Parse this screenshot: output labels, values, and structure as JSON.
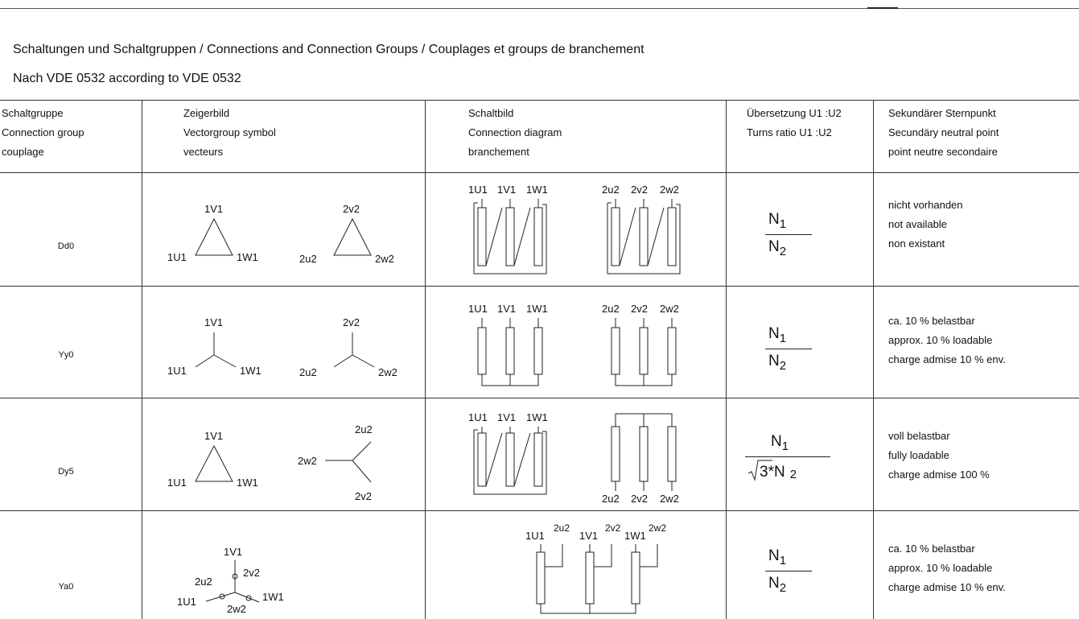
{
  "header": {
    "title": "Schaltungen und Schaltgruppen / Connections and Connection Groups / Couplages et groups de branchement",
    "subtitle": "Nach VDE 0532   according to VDE 0532"
  },
  "columns": [
    {
      "lines": [
        "Schaltgruppe",
        "Connection group",
        "couplage"
      ]
    },
    {
      "lines": [
        "Zeigerbild",
        "Vectorgroup symbol",
        "vecteurs"
      ]
    },
    {
      "lines": [
        "Schaltbild",
        "Connection diagram",
        "branchement"
      ]
    },
    {
      "lines": [
        "Übersetzung U1 :U2",
        "Turns ratio U1 :U2"
      ]
    },
    {
      "lines": [
        "Sekundärer Sternpunkt",
        "Secundäry neutral point",
        "point neutre secondaire"
      ]
    }
  ],
  "terminals": {
    "u1": "1U1",
    "v1": "1V1",
    "w1": "1W1",
    "u2": "2u2",
    "v2": "2v2",
    "w2": "2w2"
  },
  "ratio": {
    "n1": "N",
    "n2": "N",
    "sub1": "1",
    "sub2": "2",
    "sqrt_num": "3",
    "times": "*"
  },
  "rows": [
    {
      "group": "Dd0",
      "neutral": [
        "nicht vorhanden",
        "not available",
        "non existant"
      ]
    },
    {
      "group": "Yy0",
      "neutral": [
        "ca. 10 % belastbar",
        "approx. 10 % loadable",
        "charge admise 10 % env."
      ]
    },
    {
      "group": "Dy5",
      "neutral": [
        "voll belastbar",
        "fully loadable",
        "charge admise 100 %"
      ]
    },
    {
      "group": "Ya0",
      "neutral": [
        "ca. 10 % belastbar",
        "approx. 10 % loadable",
        "charge admise 10 % env."
      ]
    }
  ]
}
